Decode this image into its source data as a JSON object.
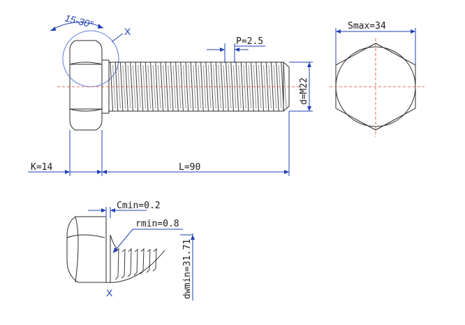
{
  "labels": {
    "angle": "15-30°",
    "detail_marker_top": "X",
    "pitch": "P=2.5",
    "diameter": "d=M22",
    "head_height": "K=14",
    "length": "L=90",
    "across_flats": "Smax=34",
    "chamfer": "Cmin=0.2",
    "fillet": "rmin=0.8",
    "bearing_dia": "dwmin=31.71",
    "detail_marker_bottom": "X"
  },
  "colors": {
    "outline": "#2a2a2a",
    "dimension": "#1f3fb5",
    "centerline": "#e03a2a"
  }
}
